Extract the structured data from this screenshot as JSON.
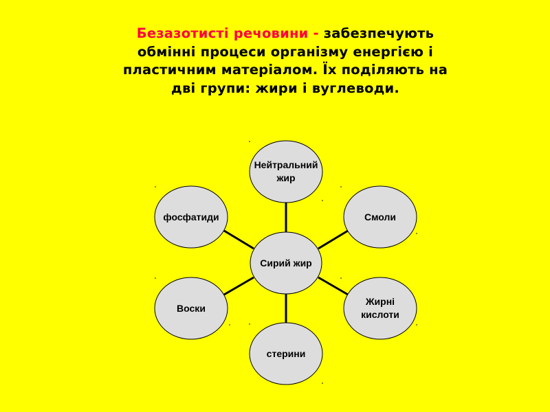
{
  "title": {
    "highlight": "Безазотисті речовини -",
    "rest_line1": " забезпечують",
    "line2": "обмінні процеси організму енергією і",
    "line3": "пластичним матеріалом. Їх поділяють на",
    "line4": "дві групи: жири і вуглеводи."
  },
  "colors": {
    "background": "#ffff00",
    "highlight": "#ff0040",
    "node_fill": "#dddddd",
    "stroke": "#000000"
  },
  "diagram": {
    "center": {
      "label": "Сирий жир"
    },
    "nodes": [
      {
        "label_line1": "Нейтральний",
        "label_line2": "жир"
      },
      {
        "label_line1": "Смоли",
        "label_line2": ""
      },
      {
        "label_line1": "Жирні",
        "label_line2": "кислоти"
      },
      {
        "label_line1": "стерини",
        "label_line2": ""
      },
      {
        "label_line1": "Воски",
        "label_line2": ""
      },
      {
        "label_line1": "фосфатиди",
        "label_line2": ""
      }
    ]
  }
}
